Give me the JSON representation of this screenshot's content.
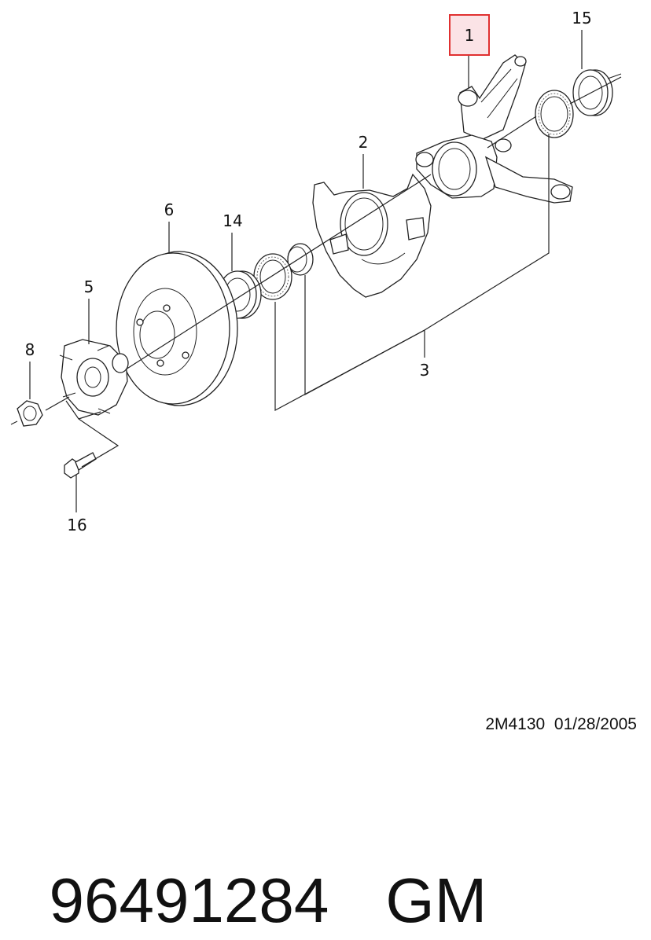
{
  "callouts": {
    "c1": "1",
    "c2": "2",
    "c3": "3",
    "c5": "5",
    "c6": "6",
    "c8": "8",
    "c14": "14",
    "c15": "15",
    "c16": "16"
  },
  "highlight_color": "#e03030",
  "highlight_fill": "#fbe3e6",
  "drawing_ref": "2M4130  01/28/2005",
  "part_number": "96491284",
  "brand": "GM"
}
